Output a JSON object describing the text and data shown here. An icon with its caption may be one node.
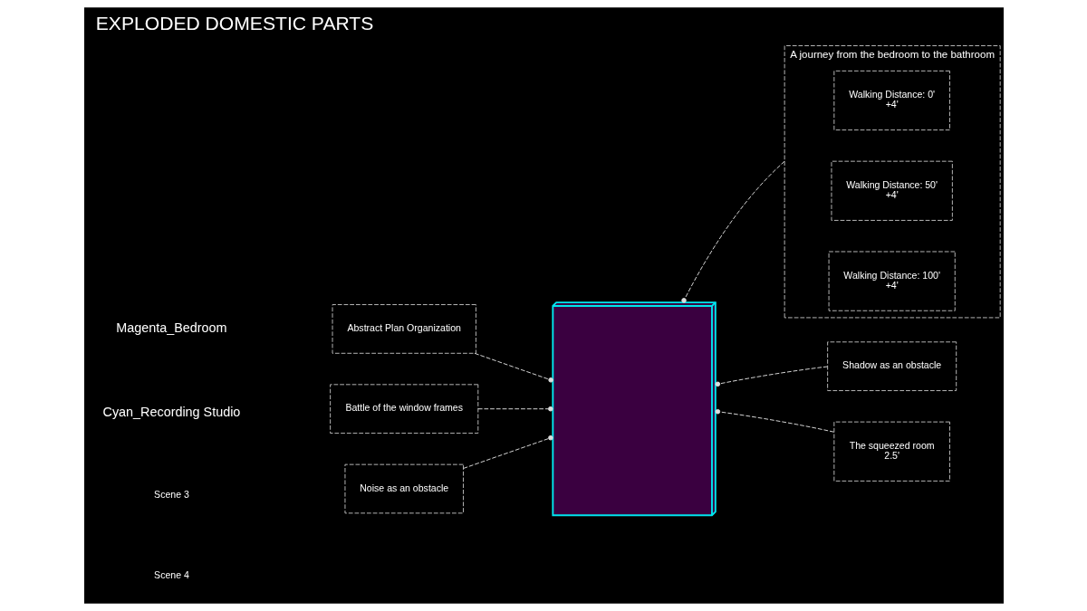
{
  "diagram": {
    "title": "EXPLODED DOMESTIC PARTS",
    "nodes": [
      {
        "text": [],
        "shape": "picture"
      },
      {
        "text": [
          "Abstract Plan Organization"
        ]
      },
      {
        "text": [
          "Battle of the window frames"
        ]
      },
      {
        "text": [
          "Noise as an obstacle"
        ]
      },
      {
        "text": [
          "A journey from the bedroom to the bathroom"
        ]
      },
      {
        "text": [
          "Walking Distance: 0'",
          "+4'"
        ],
        "in": 4
      },
      {
        "text": [
          "Walking Distance: 50'",
          "+4'"
        ],
        "in": 4
      },
      {
        "text": [
          "Walking Distance: 100'",
          "+4'"
        ],
        "in": 4
      },
      {
        "text": [
          "Shadow as an obstacle"
        ]
      },
      {
        "text": [
          "The squeezed room",
          "2.5'"
        ]
      }
    ],
    "edges": [
      {
        "from": 1,
        "to": 0,
        "arrow": "other"
      },
      {
        "from": 2,
        "to": 0,
        "arrow": "other"
      },
      {
        "from": 3,
        "to": 0,
        "arrow": "other"
      },
      {
        "from": 4,
        "to": 0,
        "arrow": "other"
      },
      {
        "from": 8,
        "to": 0,
        "arrow": "other"
      },
      {
        "from": 9,
        "to": 0,
        "arrow": "other"
      }
    ],
    "labels": [
      "Magenta_Bedroom",
      "Cyan_Recording Studio",
      "Scene 3",
      "Scene 4"
    ]
  }
}
